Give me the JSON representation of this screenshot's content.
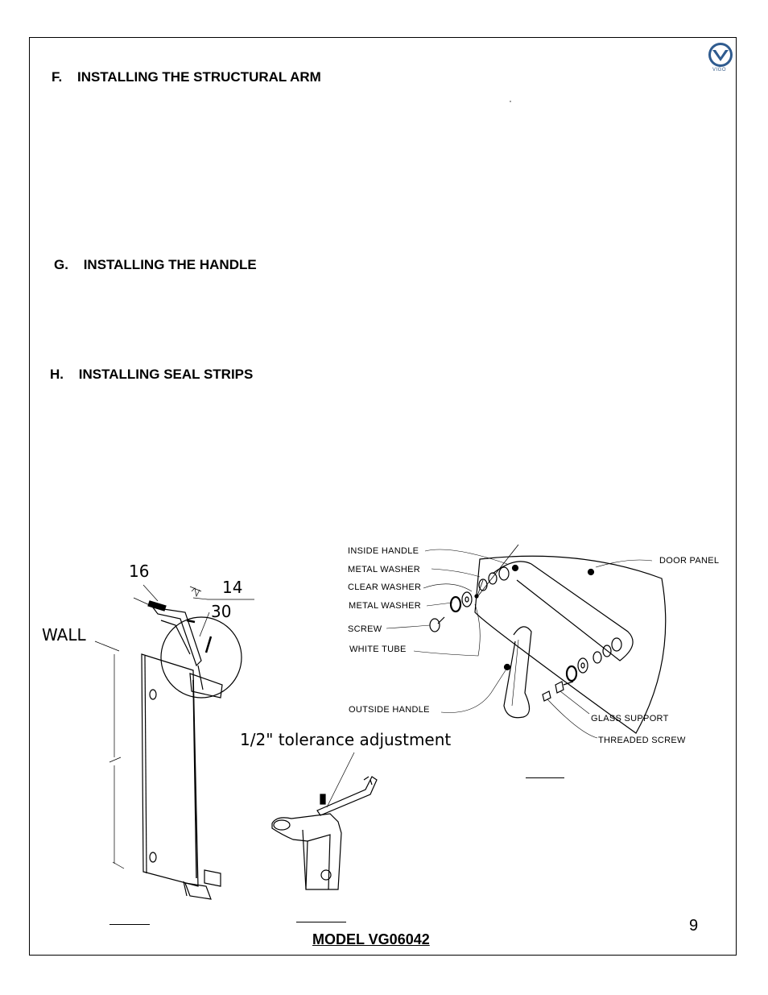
{
  "sections": {
    "f": {
      "letter": "F.",
      "title": "INSTALLING THE STRUCTURAL ARM"
    },
    "g": {
      "letter": "G.",
      "title": "INSTALLING THE HANDLE"
    },
    "h": {
      "letter": "H.",
      "title": "INSTALLING SEAL STRIPS"
    }
  },
  "logo": {
    "text": "VIGO",
    "color": "#2f5b8f"
  },
  "arm_figure": {
    "wall_label": "WALL",
    "callouts": [
      "16",
      "14",
      "30"
    ]
  },
  "tolerance_label": "1/2\" tolerance adjustment",
  "handle_figure": {
    "labels": {
      "inside_handle": "INSIDE HANDLE",
      "metal_washer_1": "METAL WASHER",
      "clear_washer": "CLEAR WASHER",
      "metal_washer_2": "METAL WASHER",
      "screw": "SCREW",
      "white_tube": "WHITE TUBE",
      "outside_handle": "OUTSIDE HANDLE",
      "door_panel": "DOOR PANEL",
      "glass_support": "GLASS SUPPORT",
      "threaded_screw": "THREADED SCREW"
    }
  },
  "footer": {
    "model": "MODEL VG06042",
    "page_number": "9"
  }
}
